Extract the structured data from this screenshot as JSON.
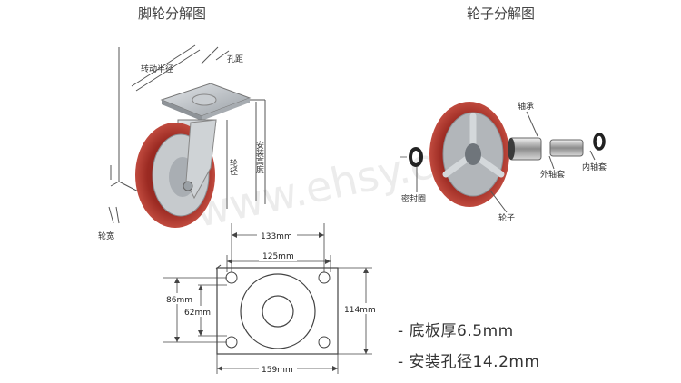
{
  "titles": {
    "caster_exploded": "脚轮分解图",
    "wheel_exploded": "轮子分解图"
  },
  "caster_labels": {
    "swivel_radius": "转动半径",
    "hole_spacing": "孔距",
    "install_height": "安装高度",
    "wheel_diameter": "轮径",
    "wheel_width": "轮宽"
  },
  "wheel_labels": {
    "bearing": "轴承",
    "outer_sleeve": "外轴套",
    "inner_sleeve": "内轴套",
    "seal_ring": "密封圈",
    "wheel": "轮子"
  },
  "plate_dimensions": {
    "outer_width": "133mm",
    "inner_width": "125mm",
    "outer_height": "86mm",
    "inner_height": "62mm",
    "plate_height": "114mm",
    "plate_width": "159mm"
  },
  "specs": {
    "thickness": "- 底板厚6.5mm",
    "hole_diameter": "- 安装孔径14.2mm"
  },
  "watermark": "www.ehsy.com",
  "colors": {
    "tread": "#9b2a22",
    "hub": "#b9bdc2",
    "line": "#555555"
  }
}
